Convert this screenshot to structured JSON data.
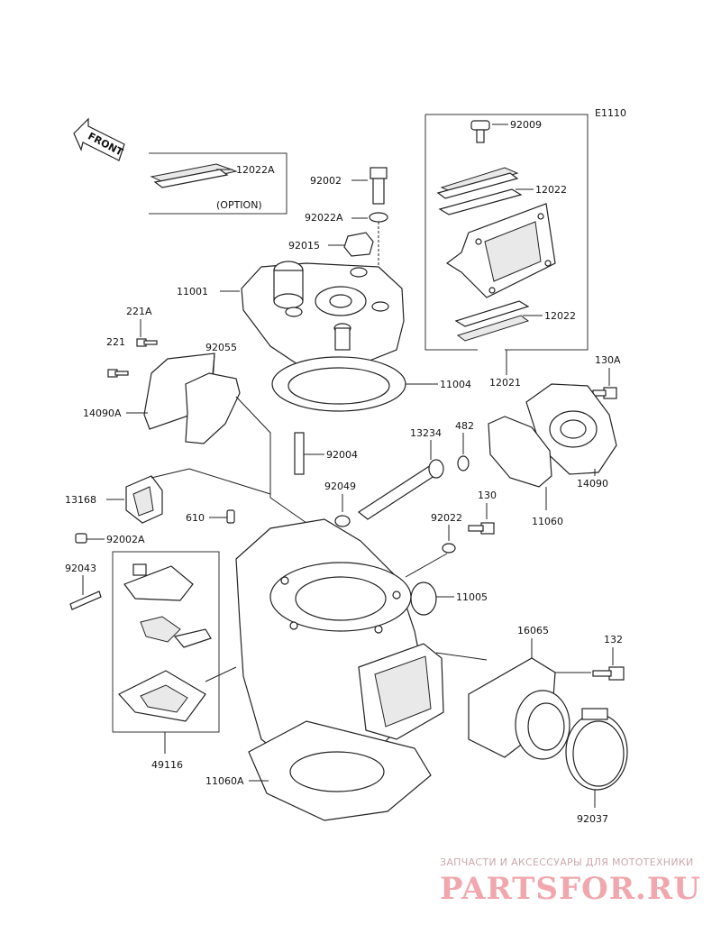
{
  "diagram_code": "E1110",
  "front_label": "FRONT",
  "option_label": "(OPTION)",
  "parts": {
    "p12022A": "12022A",
    "p92009": "92009",
    "p12022_upper": "12022",
    "p12022_lower": "12022",
    "p12021": "12021",
    "p92002": "92002",
    "p92022A": "92022A",
    "p92015": "92015",
    "p11001": "11001",
    "p11004": "11004",
    "p221A": "221A",
    "p221": "221",
    "p92055": "92055",
    "p14090A": "14090A",
    "p130A": "130A",
    "p14090": "14090",
    "p13234": "13234",
    "p482": "482",
    "p11060": "11060",
    "p92004": "92004",
    "p92049": "92049",
    "p13168": "13168",
    "p92002A": "92002A",
    "p610": "610",
    "p92022": "92022",
    "p130": "130",
    "p92043": "92043",
    "p11005": "11005",
    "p16065": "16065",
    "p132": "132",
    "p49116": "49116",
    "p11060A": "11060A",
    "p92037": "92037"
  },
  "watermark": {
    "caption": "ЗАПЧАСТИ И АКСЕССУАРЫ ДЛЯ МОТОТЕХНИКИ",
    "brand": "PARTSFOR.RU",
    "color": "#f0a7ad"
  },
  "colors": {
    "ink": "#222222",
    "background": "#ffffff"
  }
}
